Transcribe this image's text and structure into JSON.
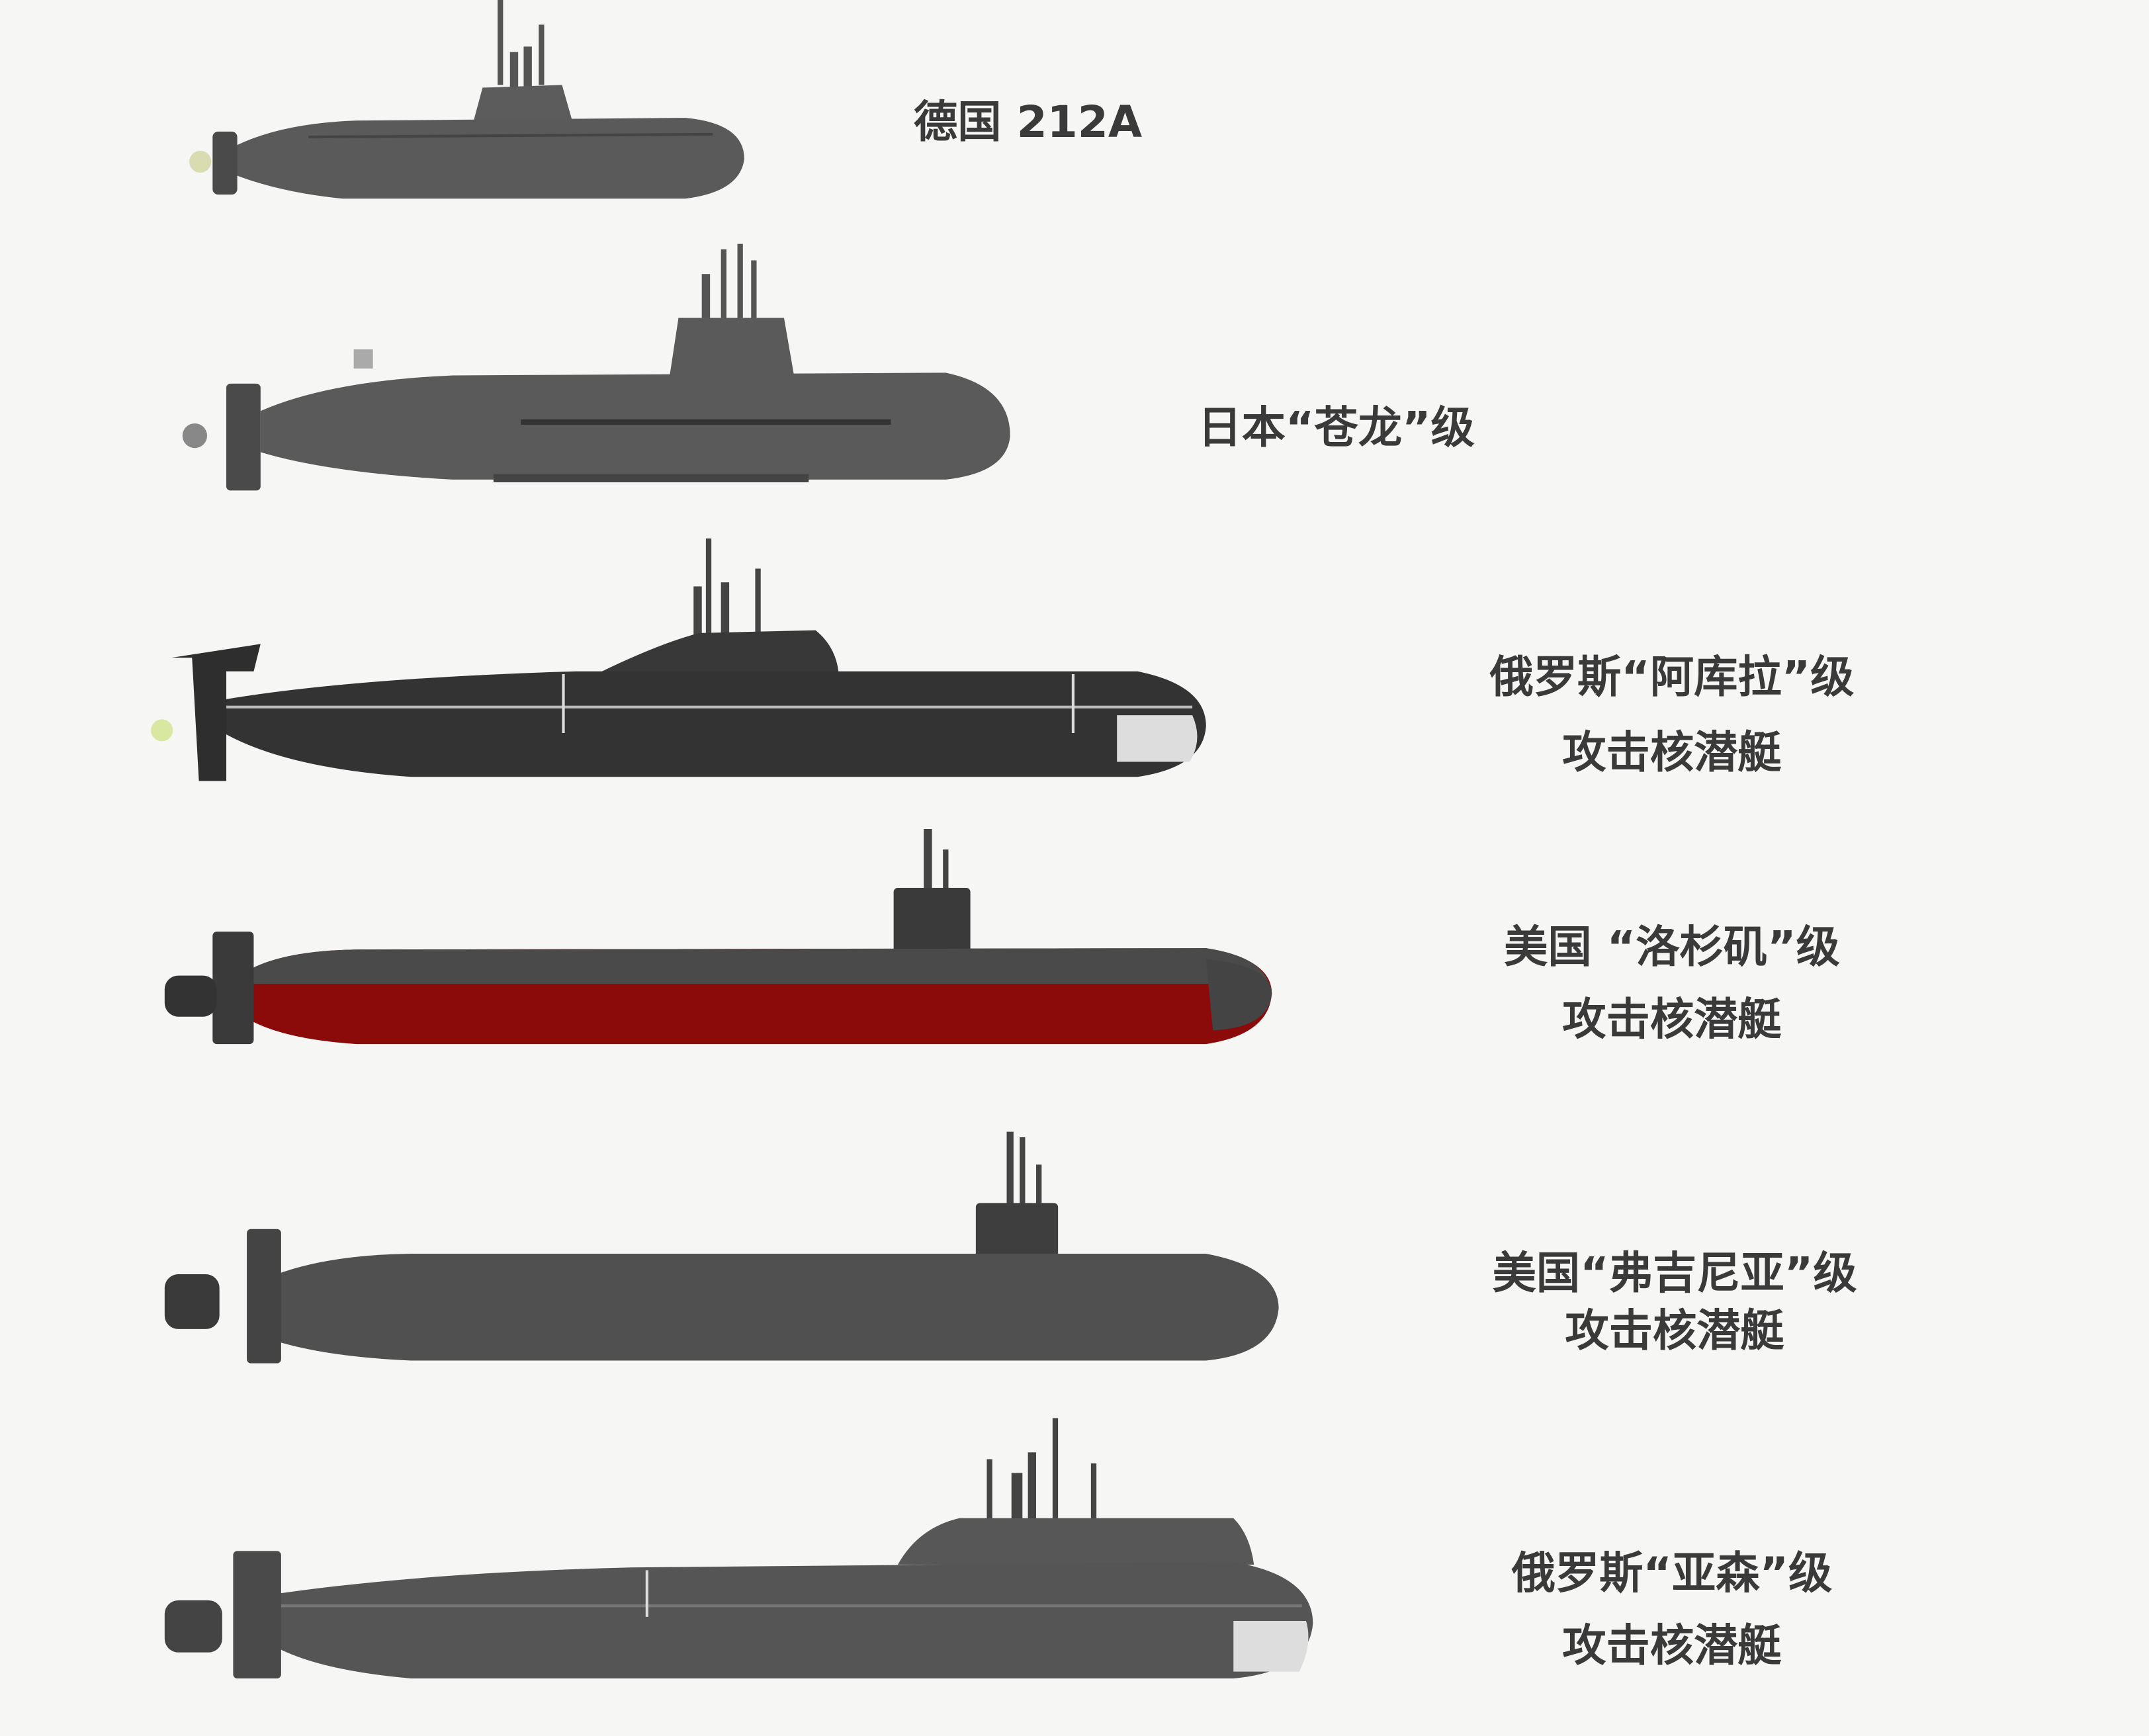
{
  "submarines": [
    {
      "name": "德国 212A",
      "subtitle": ""
    },
    {
      "name": "日本“苍龙”级",
      "subtitle": ""
    },
    {
      "name": "俄罗斯“阿库拉”级",
      "subtitle": "攻击核潜艇"
    },
    {
      "name": "美国 “洛杉矶”级",
      "subtitle": "攻击核潜艇"
    },
    {
      "name": "美国“弗吉尼亚”级",
      "subtitle": "攻击核潜艇"
    },
    {
      "name": "俄罗斯“亚森”级",
      "subtitle": "攻击核潜艇"
    }
  ],
  "colors": {
    "background": "#f6f6f4",
    "hull_gray": "#5a5a5a",
    "hull_dark": "#333333",
    "hull_red": "#8b0a0a",
    "label": "#3a3a3a"
  }
}
